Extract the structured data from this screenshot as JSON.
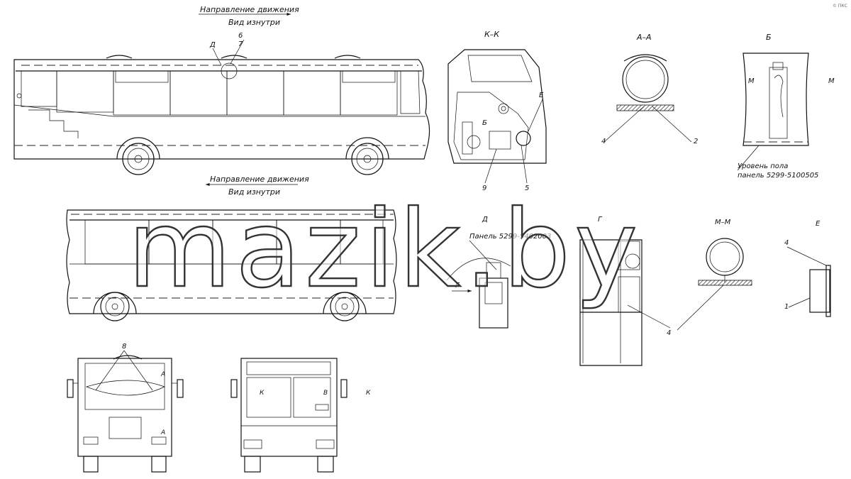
{
  "labels": {
    "direction_top": "Направление движения",
    "view_top": "Вид изнутри",
    "direction_mid": "Направление движения",
    "view_mid": "Вид изнутри",
    "callout_6": "6",
    "callout_7": "7",
    "callout_D_top": "Д",
    "section_KK": "К–К",
    "section_AA": "А–А",
    "section_B": "Б",
    "section_G": "Г",
    "section_MM": "М–М",
    "section_E": "Е",
    "section_D": "Д",
    "callout_E_kk": "Е",
    "callout_B_kk": "Б",
    "callout_9": "9",
    "callout_5": "5",
    "callout_4_aa": "4",
    "callout_2_aa": "2",
    "callout_M_left": "М",
    "callout_M_right": "М",
    "floor_level": "Уровень пола",
    "panel_floor": "панель 5299-5100505",
    "panel_D": "Панель 5299-5402003",
    "callout_G_arrow": "Г",
    "callout_4_g": "4",
    "callout_4_e": "4",
    "callout_1_e": "1",
    "callout_8": "8",
    "callout_A_up": "А",
    "callout_A_down": "А",
    "callout_K_left": "К",
    "callout_K_right": "К",
    "callout_V": "В",
    "watermark": "mazik.by",
    "corner_mark": "© ПКС"
  }
}
